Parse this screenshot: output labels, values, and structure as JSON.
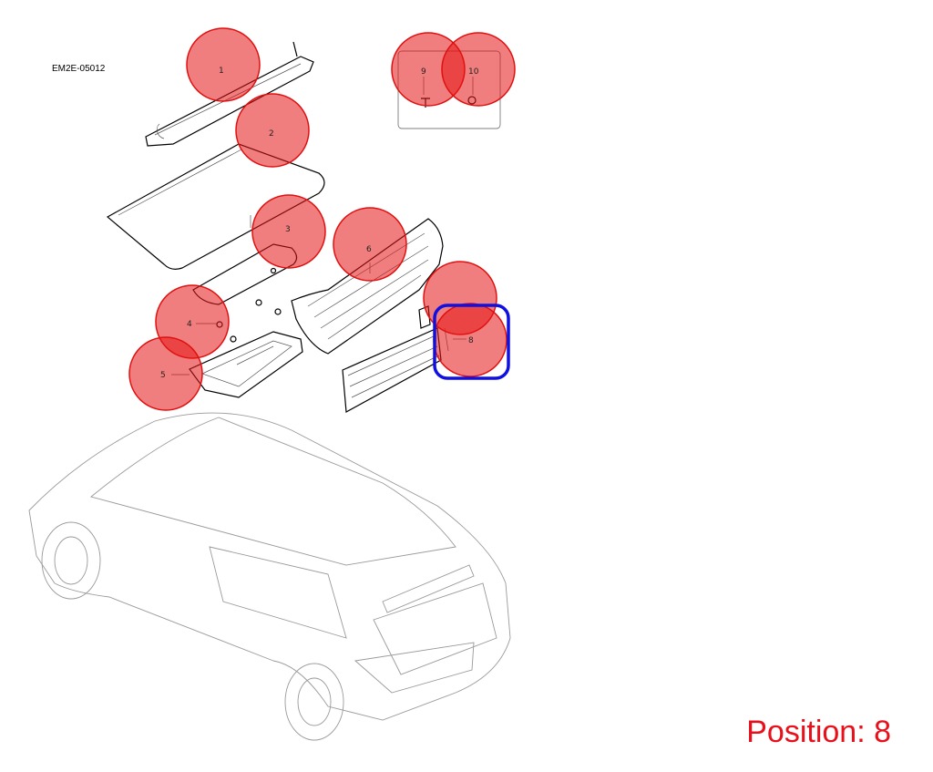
{
  "diagram_code": "EM2E-05012",
  "position_text": "Position: 8",
  "colors": {
    "marker_fill": "#e61414",
    "selection": "#1010e0",
    "position_text": "#e8101a"
  },
  "callouts": [
    {
      "id": "1",
      "label": "1"
    },
    {
      "id": "2",
      "label": "2"
    },
    {
      "id": "3",
      "label": "3"
    },
    {
      "id": "4",
      "label": "4"
    },
    {
      "id": "5",
      "label": "5"
    },
    {
      "id": "6",
      "label": "6"
    },
    {
      "id": "7",
      "label": ""
    },
    {
      "id": "8",
      "label": "8"
    },
    {
      "id": "9",
      "label": "9"
    },
    {
      "id": "10",
      "label": "10"
    }
  ],
  "selected_position": "8"
}
